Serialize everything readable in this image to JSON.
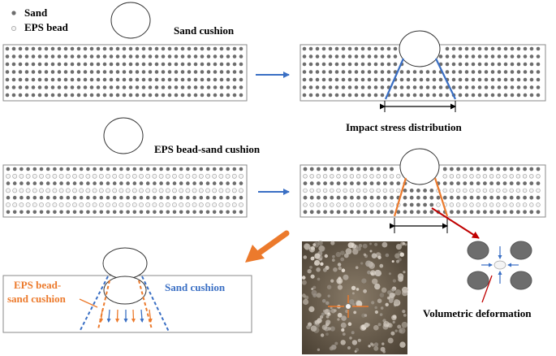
{
  "legend": {
    "sand": "Sand",
    "eps_bead": "EPS bead"
  },
  "labels": {
    "sand_cushion": "Sand cushion",
    "impact_stress_distribution": "Impact stress distribution",
    "eps_bead_sand_cushion": "EPS bead-sand cushion",
    "compare_eps_line1": "EPS bead-",
    "compare_eps_line2": "sand cushion",
    "compare_sand": "Sand cushion",
    "volumetric_deformation": "Volumetric deformation"
  },
  "colors": {
    "sand": "#6d6d6d",
    "eps_bead": "#f4f4f4",
    "sand_spread": "#3a6fc4",
    "eps_spread": "#ec7a2c",
    "big_arrow": "#ec7a2c",
    "deformation_arrow": "#c00000",
    "flow_arrow": "#3a6fc4"
  },
  "icons": {
    "photo": "eps-bead-sand-photo",
    "impactor": "circle"
  }
}
